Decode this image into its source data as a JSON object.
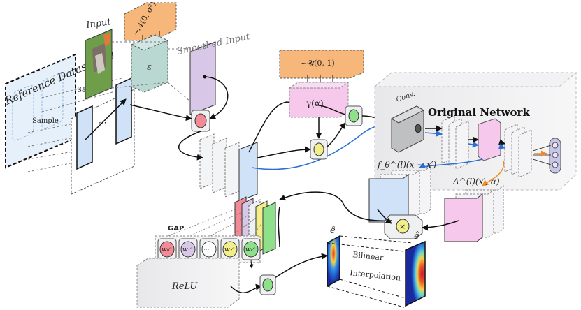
{
  "labels": {
    "reference_dataset": "Reference Dataset (𝒟)",
    "sample_top": "Sample",
    "sample_left": "Sample",
    "input": "Input",
    "noise_normal": "~𝒩(0, σ²)",
    "noise_box": "ε",
    "smoothed_input": "Smoothed Input",
    "noise_uniform": "~𝒰(0, 1)",
    "gamma": "γ(α)",
    "conv": "Conv.",
    "original_network": "Original Network",
    "f_theta": "f_θ^(l)(x − x′)",
    "delta": "Δ^(l)(x′, α)",
    "gap": "GAP",
    "relu": "ReLU",
    "e_hat_left": "ê",
    "e_hat_right": "ê",
    "bilinear": "Bilinear",
    "interpolation": "Interpolation",
    "dots": "···"
  },
  "gap_values": [
    "w₀ᶜ",
    "w₁ᶜ",
    "···",
    "w₂ᶜ",
    "wₖᶜ"
  ],
  "colors": {
    "blue_fill": "#d6e8fb",
    "orange_fill": "#f7b77a",
    "teal_fill": "#b9d8d2",
    "purple_fill": "#d9c7e8",
    "pink_fill": "#f6c9ec",
    "red_badge": "#f28b96",
    "green_badge": "#8fe08a",
    "yellow_badge": "#f2ee8a",
    "blue_arrow": "#2a6fd6",
    "orange_arrow": "#f08a24"
  }
}
